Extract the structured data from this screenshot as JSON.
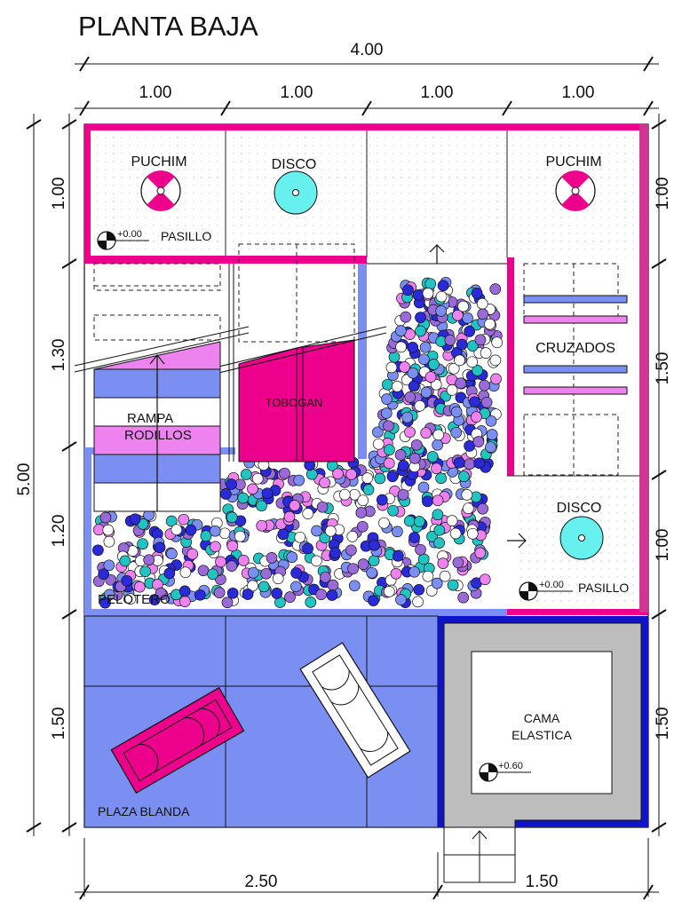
{
  "title": "PLANTA BAJA",
  "colors": {
    "magenta": "#ec008c",
    "pink": "#ee82ee",
    "blue": "#7b8ef2",
    "navy": "#1014c8",
    "cyan": "#66f0ee",
    "gray": "#bdbdbd",
    "ball_palette": [
      "#2a2ad8",
      "#7b8ef2",
      "#ee82ee",
      "#22c3c3",
      "#ffffff",
      "#9a6bd8"
    ]
  },
  "dimensions": {
    "top_total": "4.00",
    "top_segments": [
      "1.00",
      "1.00",
      "1.00",
      "1.00"
    ],
    "left_total": "5.00",
    "left_segments": [
      "1.00",
      "1.30",
      "1.20",
      "1.50"
    ],
    "right_segments": [
      "1.00",
      "1.50",
      "1.00",
      "1.50"
    ],
    "bottom_segments": [
      "2.50",
      "1.50"
    ]
  },
  "labels": {
    "puchim_left": "PUCHIM",
    "disco_top": "DISCO",
    "puchim_right": "PUCHIM",
    "pasillo_top": "PASILLO",
    "level_top": "+0.00",
    "cruzados": "CRUZADOS",
    "rampa": "RAMPA",
    "rodillos": "RODILLOS",
    "tobogan": "TOBOGAN",
    "disco_right": "DISCO",
    "pasillo_right": "PASILLO",
    "level_right": "+0.00",
    "pelotero": "PELOTERO",
    "cama_line1": "CAMA",
    "cama_line2": "ELASTICA",
    "level_cama": "+0.60",
    "plaza_blanda": "PLAZA BLANDA"
  },
  "icons": [
    "puchim-icon",
    "disco-icon",
    "level-marker-icon",
    "arrow-icon"
  ]
}
